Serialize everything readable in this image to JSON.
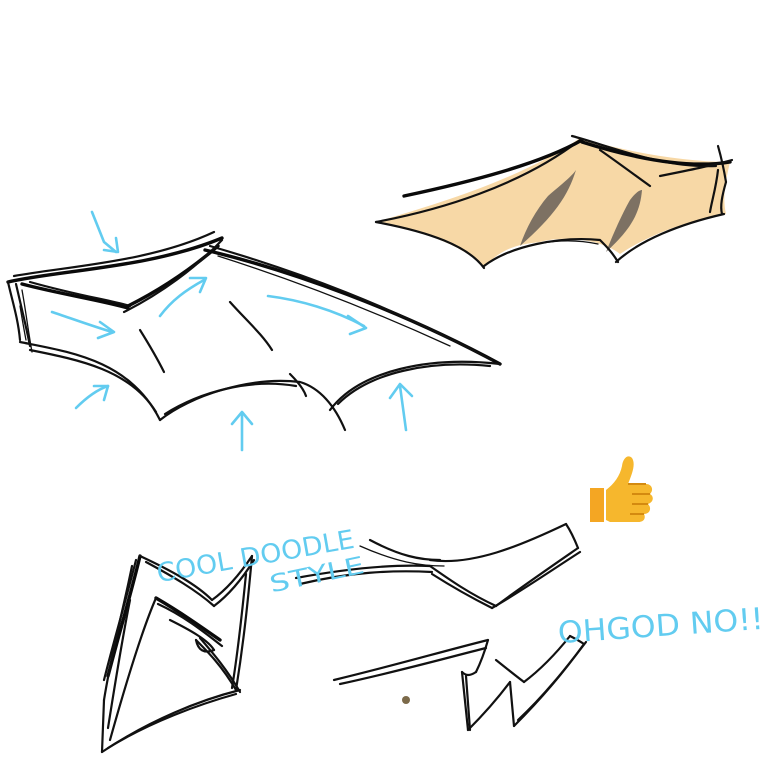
{
  "canvas": {
    "background": "#ffffff"
  },
  "annotations": {
    "cool_line1": "COOL DOODLE",
    "cool_line2": "STYLE",
    "oh_god": "OHGOD NO!!"
  },
  "colors": {
    "ink": "#111111",
    "annotation_blue": "#62ccf0",
    "wing_fill": "#f7d8a6",
    "wing_shade": "#6f665c",
    "thumb": "#f6b72d"
  },
  "stickers": {
    "thumbs_up": "thumbs-up-emoji"
  }
}
